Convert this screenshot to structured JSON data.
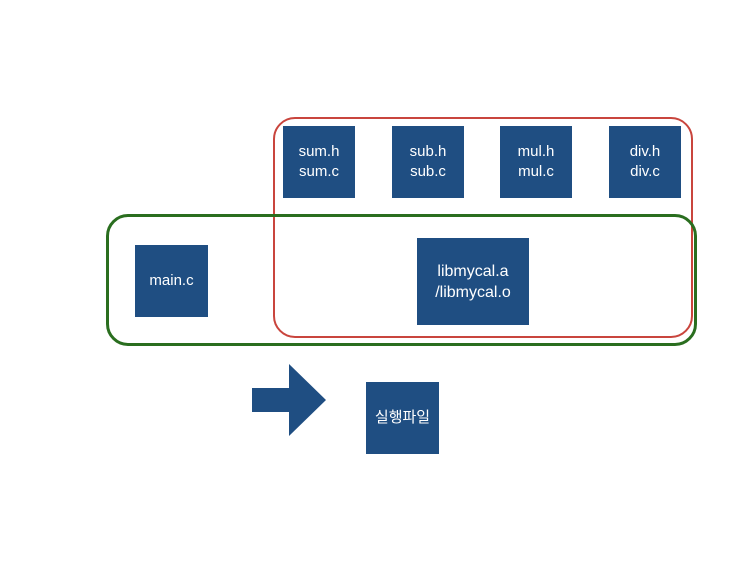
{
  "diagram": {
    "files": [
      {
        "header": "sum.h",
        "source": "sum.c"
      },
      {
        "header": "sub.h",
        "source": "sub.c"
      },
      {
        "header": "mul.h",
        "source": "mul.c"
      },
      {
        "header": "div.h",
        "source": "div.c"
      }
    ],
    "main_file": "main.c",
    "library": {
      "line1": "libmycal.a",
      "line2": "/libmycal.o"
    },
    "output": "실행파일",
    "colors": {
      "box": "#1f4e82",
      "library_frame": "#c9453d",
      "link_frame": "#2a6e1f",
      "text": "#ffffff"
    }
  }
}
